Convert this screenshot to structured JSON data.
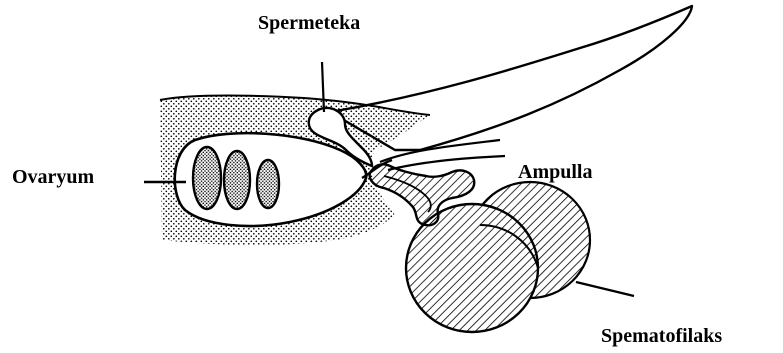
{
  "labels": {
    "spermeteka": "Spermeteka",
    "ovaryum": "Ovaryum",
    "ampulla": "Ampulla",
    "spematofilaks": "Spematofilaks"
  },
  "colors": {
    "ink": "#000000",
    "background": "#ffffff",
    "stipple": "#000000"
  },
  "patterns": {
    "body_tissue": "stippled dots",
    "spermatophylax_and_ampulla": "diagonal hatching",
    "ovarioles": "dense stippling"
  }
}
